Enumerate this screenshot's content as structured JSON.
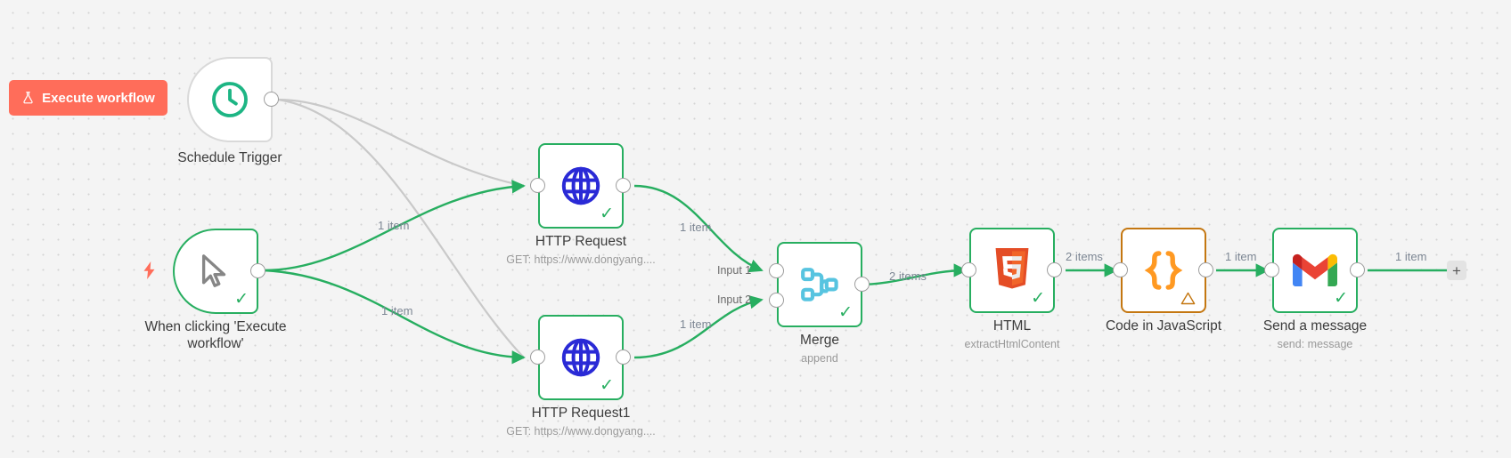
{
  "toolbar": {
    "execute_label": "Execute workflow",
    "execute_icon": "flask-icon",
    "execute_color": "#ff6d5a"
  },
  "canvas": {
    "background": "#f4f4f4",
    "grid_dot_color": "#d4d4d4",
    "add_node_label": "+"
  },
  "colors": {
    "success_border": "#27ae60",
    "warning_border": "#c47711",
    "edge_active": "#27ae60",
    "edge_inactive": "#c9c9c9",
    "label_text": "#7d8794"
  },
  "nodes": [
    {
      "id": "schedule-trigger",
      "name": "Schedule Trigger",
      "subtitle": "",
      "icon": "clock-icon",
      "status": "idle",
      "shape": "trigger"
    },
    {
      "id": "manual-trigger",
      "name": "When clicking 'Execute\nworkflow'",
      "subtitle": "",
      "icon": "cursor-icon",
      "status": "success",
      "shape": "trigger",
      "badge": "lightning-bolt-icon"
    },
    {
      "id": "http-request",
      "name": "HTTP Request",
      "subtitle": "GET: https://www.dongyang....",
      "icon": "globe-icon",
      "status": "success",
      "shape": "node"
    },
    {
      "id": "http-request1",
      "name": "HTTP Request1",
      "subtitle": "GET: https://www.dongyang....",
      "icon": "globe-icon",
      "status": "success",
      "shape": "node"
    },
    {
      "id": "merge",
      "name": "Merge",
      "subtitle": "append",
      "icon": "merge-icon",
      "status": "success",
      "shape": "node",
      "input_labels": [
        "Input 1",
        "Input 2"
      ]
    },
    {
      "id": "html",
      "name": "HTML",
      "subtitle": "extractHtmlContent",
      "icon": "html5-icon",
      "status": "success",
      "shape": "node"
    },
    {
      "id": "code-in-javascript",
      "name": "Code in JavaScript",
      "subtitle": "",
      "icon": "curly-braces-icon",
      "status": "warning",
      "shape": "node"
    },
    {
      "id": "send-a-message",
      "name": "Send a message",
      "subtitle": "send: message",
      "icon": "gmail-icon",
      "status": "success",
      "shape": "node"
    }
  ],
  "edge_labels": {
    "manual_to_http": "1 item",
    "manual_to_http1": "1 item",
    "http_to_merge": "1 item",
    "http1_to_merge": "1 item",
    "merge_to_html": "2 items",
    "html_to_code": "2 items",
    "code_to_gmail": "1 item",
    "gmail_out": "1 item"
  }
}
